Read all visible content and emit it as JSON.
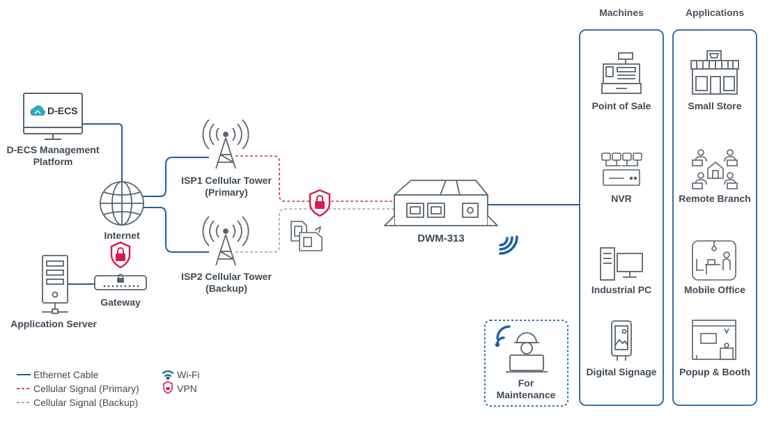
{
  "colors": {
    "ethernet": "#1f5f9f",
    "primary_signal": "#cc2f57",
    "backup_signal": "#9aa3ab",
    "vpn": "#d81b4a",
    "panel_border": "#1f5f9f",
    "icon_stroke": "#59636c",
    "text": "#3f4a55"
  },
  "left": {
    "platform_screen_text": "D-ECS",
    "platform_label_line1": "D-ECS Management",
    "platform_label_line2": "Platform",
    "internet_label": "Internet",
    "gateway_label": "Gateway",
    "app_server_label": "Application Server"
  },
  "towers": {
    "isp1_line1": "ISP1 Cellular Tower",
    "isp1_line2": "(Primary)",
    "isp2_line1": "ISP2 Cellular Tower",
    "isp2_line2": "(Backup)"
  },
  "device": {
    "name": "DWM-313"
  },
  "maintenance": {
    "line1": "For",
    "line2": "Maintenance"
  },
  "machines": {
    "heading": "Machines",
    "items": [
      "Point of Sale",
      "NVR",
      "Industrial PC",
      "Digital Signage"
    ]
  },
  "applications": {
    "heading": "Applications",
    "items": [
      "Small Store",
      "Remote Branch",
      "Mobile Office",
      "Popup & Booth"
    ]
  },
  "legend": {
    "ethernet": "Ethernet Cable",
    "primary": "Cellular Signal (Primary)",
    "backup": "Cellular Signal (Backup)",
    "wifi": "Wi-Fi",
    "vpn": "VPN"
  }
}
